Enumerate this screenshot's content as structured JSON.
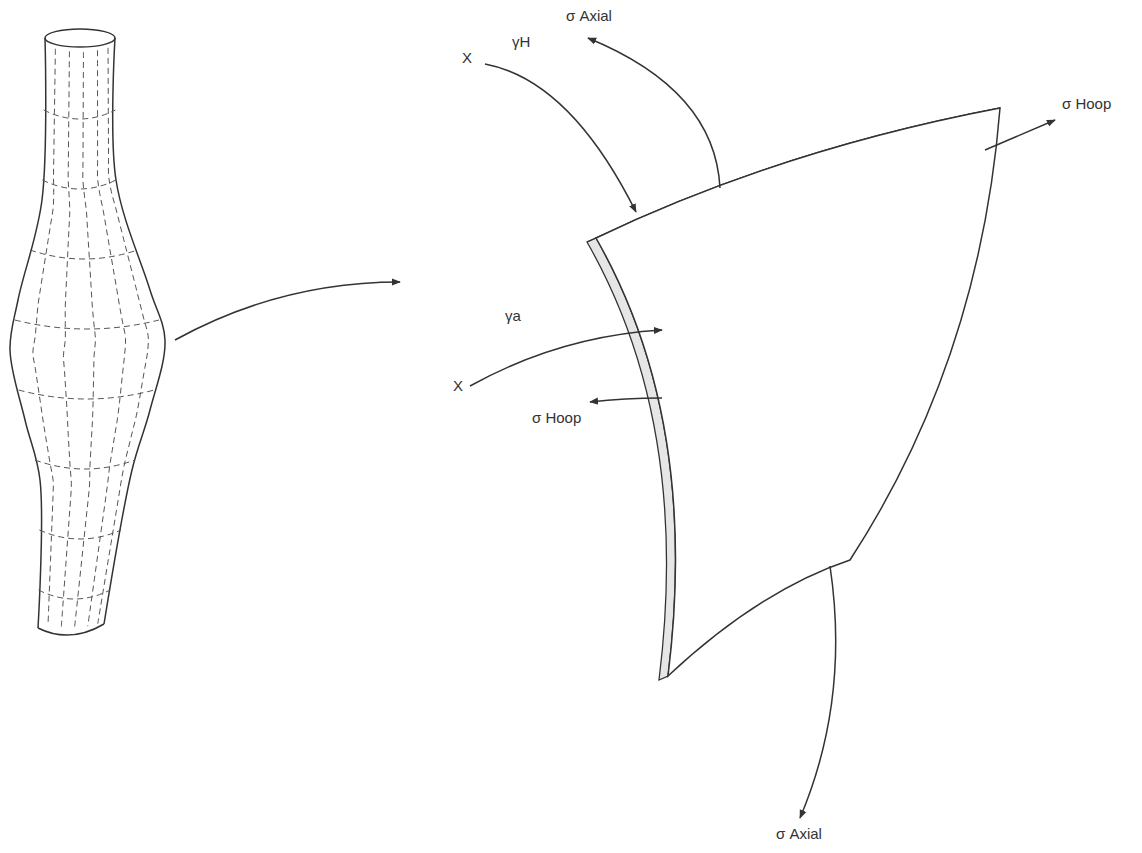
{
  "diagram": {
    "labels": [
      "σ Axial",
      "X",
      "γH",
      "σ Hoop",
      "γa",
      "X",
      "σ Hoop",
      "σ Axial"
    ]
  }
}
